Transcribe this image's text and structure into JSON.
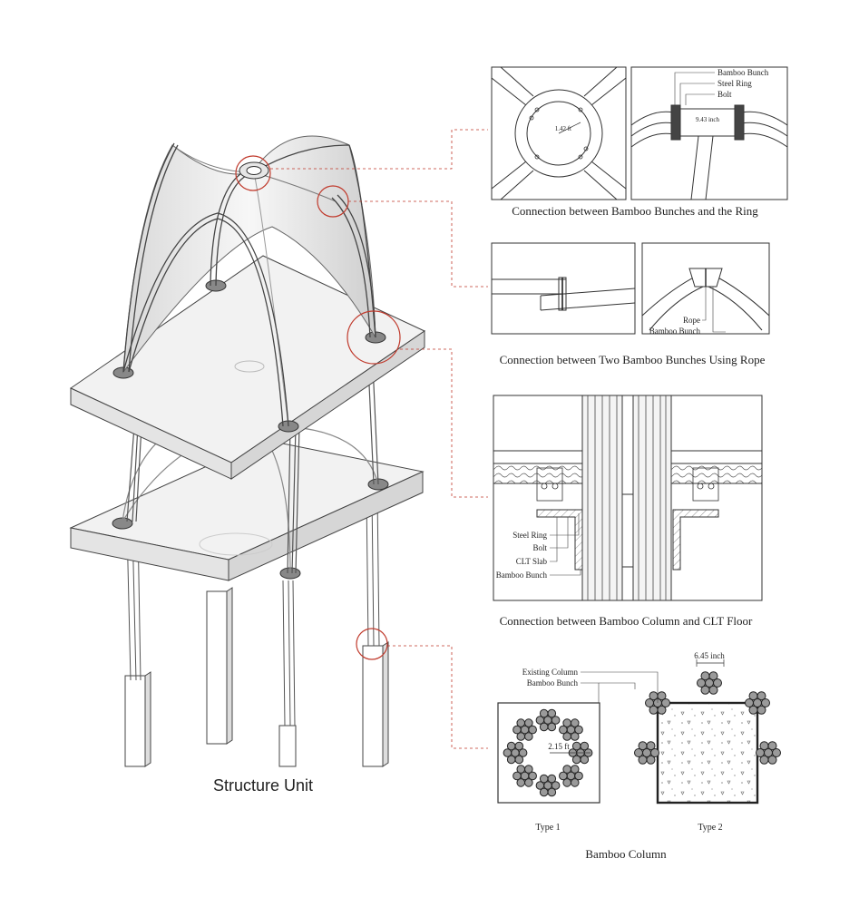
{
  "unit_title": "Structure Unit",
  "ring_detail": {
    "caption": "Connection between Bamboo Bunches and the Ring",
    "dimension_ring": "1.42 ft",
    "dimension_gap": "9.43 inch",
    "labels": {
      "bamboo_bunch": "Bamboo Bunch",
      "steel_ring": "Steel Ring",
      "bolt": "Bolt"
    }
  },
  "rope_detail": {
    "caption": "Connection between  Two Bamboo Bunches Using Rope",
    "labels": {
      "rope": "Rope",
      "bamboo_bunch": "Bamboo Bunch"
    }
  },
  "floor_detail": {
    "caption": "Connection between Bamboo Column and CLT Floor",
    "labels": {
      "steel_ring": "Steel Ring",
      "bolt": "Bolt",
      "clt_slab": "CLT Slab",
      "bamboo_bunch": "Bamboo Bunch"
    }
  },
  "column_detail": {
    "caption": "Bamboo Column",
    "labels": {
      "existing_column": "Existing Column",
      "bamboo_bunch": "Bamboo Bunch"
    },
    "dimension_type1": "2.15 ft",
    "dimension_type2": "6.45 inch",
    "type1": "Type 1",
    "type2": "Type 2"
  },
  "colors": {
    "highlight": "#c0392b",
    "line": "#333333",
    "fill_light": "#efefef",
    "bamboo_fill": "#9a9a9a"
  }
}
